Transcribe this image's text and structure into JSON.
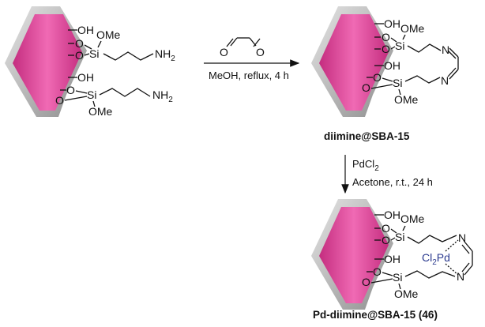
{
  "colors": {
    "particle_fill": "#e0489a",
    "particle_shell": "#bdbdbd",
    "pd_label": "#2b3a8f"
  },
  "groups": {
    "oh": "OH",
    "o": "O",
    "si": "Si",
    "ome": "OMe",
    "nh2": "NH",
    "nh2_sub": "2",
    "n": "N",
    "pd_cl": "Cl",
    "pd_sub": "2",
    "pd_pd": "Pd"
  },
  "reagents": {
    "step1_reagent": "O=CH–CH=O (glyoxal)",
    "step1_conditions": "MeOH, reflux, 4 h",
    "step2_reagent_main": "PdCl",
    "step2_reagent_sub": "2",
    "step2_conditions": "Acetone, r.t., 24 h"
  },
  "labels": {
    "product1": "diimine@SBA-15",
    "product2": "Pd-diimine@SBA-15 (46)"
  }
}
